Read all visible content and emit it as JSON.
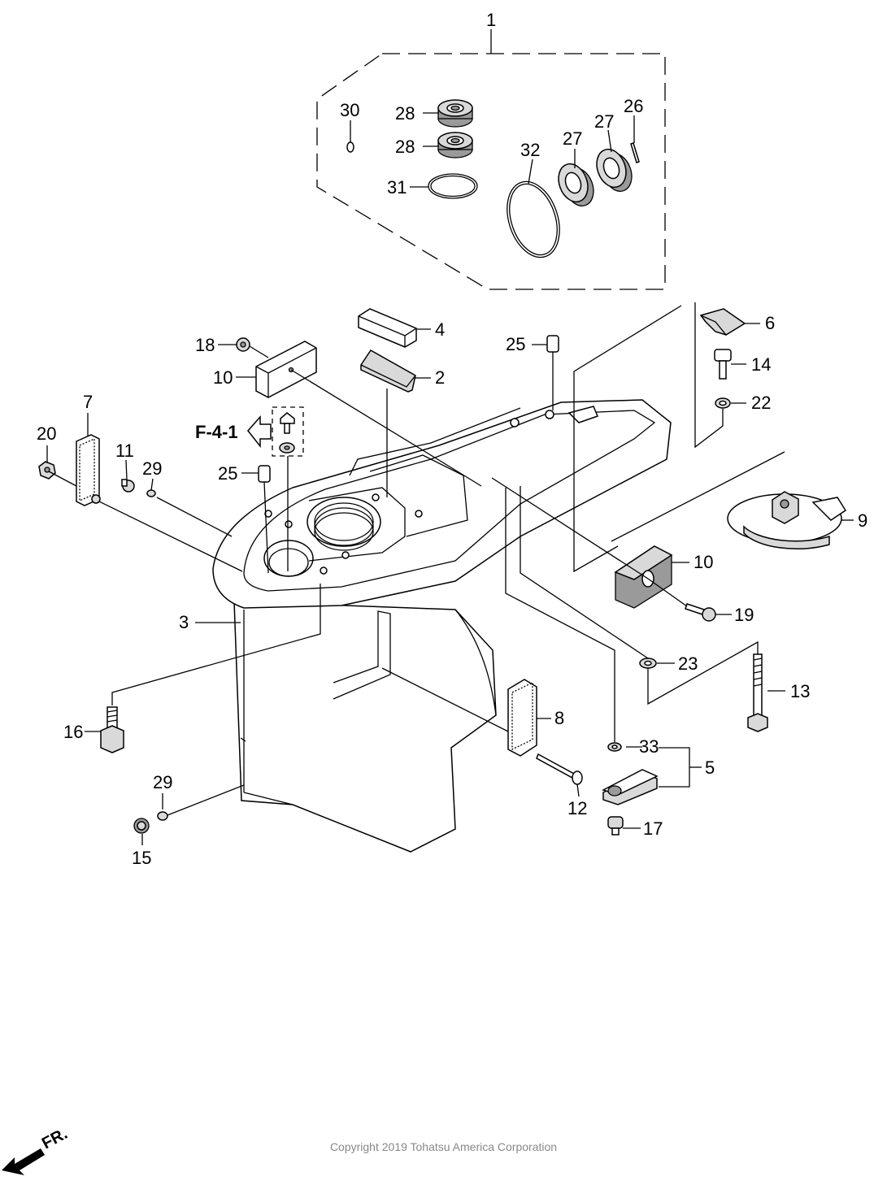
{
  "callouts": [
    {
      "id": "c1",
      "label": "1"
    },
    {
      "id": "c30",
      "label": "30"
    },
    {
      "id": "c28a",
      "label": "28"
    },
    {
      "id": "c28b",
      "label": "28"
    },
    {
      "id": "c31",
      "label": "31"
    },
    {
      "id": "c32",
      "label": "32"
    },
    {
      "id": "c27a",
      "label": "27"
    },
    {
      "id": "c27b",
      "label": "27"
    },
    {
      "id": "c26",
      "label": "26"
    },
    {
      "id": "c4",
      "label": "4"
    },
    {
      "id": "c2",
      "label": "2"
    },
    {
      "id": "c18",
      "label": "18"
    },
    {
      "id": "c10a",
      "label": "10"
    },
    {
      "id": "c25a",
      "label": "25"
    },
    {
      "id": "c6",
      "label": "6"
    },
    {
      "id": "c14",
      "label": "14"
    },
    {
      "id": "c22",
      "label": "22"
    },
    {
      "id": "c7",
      "label": "7"
    },
    {
      "id": "c20",
      "label": "20"
    },
    {
      "id": "c11",
      "label": "11"
    },
    {
      "id": "c29a",
      "label": "29"
    },
    {
      "id": "c25b",
      "label": "25"
    },
    {
      "id": "c9",
      "label": "9"
    },
    {
      "id": "c10b",
      "label": "10"
    },
    {
      "id": "c19",
      "label": "19"
    },
    {
      "id": "c3",
      "label": "3"
    },
    {
      "id": "c23",
      "label": "23"
    },
    {
      "id": "c13",
      "label": "13"
    },
    {
      "id": "c16",
      "label": "16"
    },
    {
      "id": "c8",
      "label": "8"
    },
    {
      "id": "c33",
      "label": "33"
    },
    {
      "id": "c5",
      "label": "5"
    },
    {
      "id": "c29b",
      "label": "29"
    },
    {
      "id": "c12",
      "label": "12"
    },
    {
      "id": "c17",
      "label": "17"
    },
    {
      "id": "c15",
      "label": "15"
    }
  ],
  "reference_label": "F-4-1",
  "direction_label": "FR.",
  "copyright": "Copyright 2019 Tohatsu America Corporation"
}
